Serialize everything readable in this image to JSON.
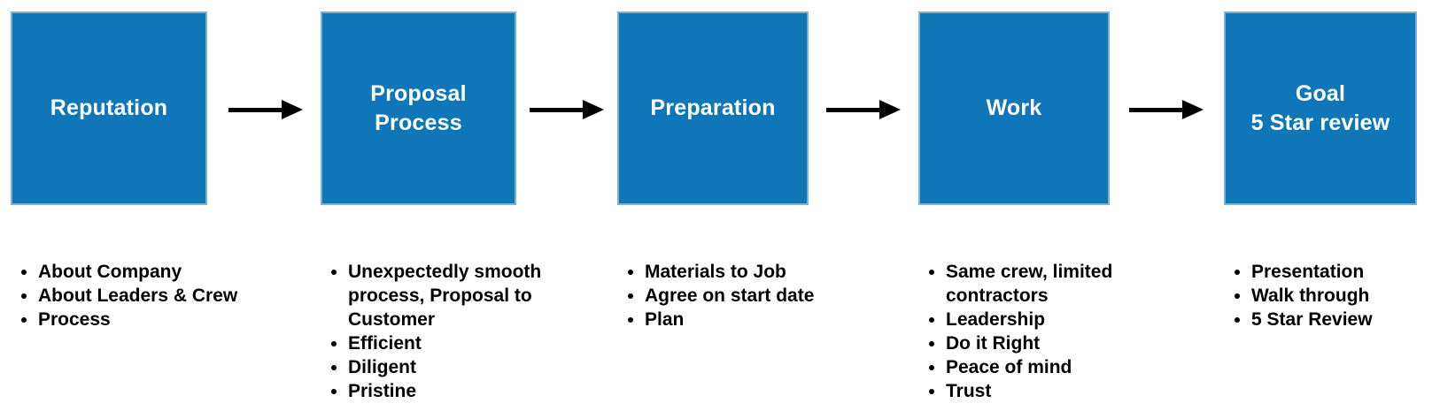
{
  "diagram": {
    "type": "flowchart",
    "direction": "left-to-right",
    "colors": {
      "stage_fill": "#0f77b8",
      "stage_border": "#7cb1d6",
      "stage_title_text": "#ffffff",
      "bullet_text": "#000000",
      "arrow": "#000000",
      "background": "#ffffff"
    },
    "stages": [
      {
        "title": "Reputation",
        "bullets": [
          "About Company",
          "About Leaders & Crew",
          "Process"
        ]
      },
      {
        "title": "Proposal\nProcess",
        "bullets": [
          "Unexpectedly smooth process, Proposal to Customer",
          "Efficient",
          "Diligent",
          "Pristine"
        ]
      },
      {
        "title": "Preparation",
        "bullets": [
          "Materials to Job",
          "Agree on start date",
          "Plan"
        ]
      },
      {
        "title": "Work",
        "bullets": [
          "Same crew, limited contractors",
          "Leadership",
          "Do it Right",
          "Peace of mind",
          "Trust"
        ]
      },
      {
        "title": "Goal\n5 Star review",
        "bullets": [
          "Presentation",
          "Walk through",
          "5 Star Review"
        ]
      }
    ]
  }
}
